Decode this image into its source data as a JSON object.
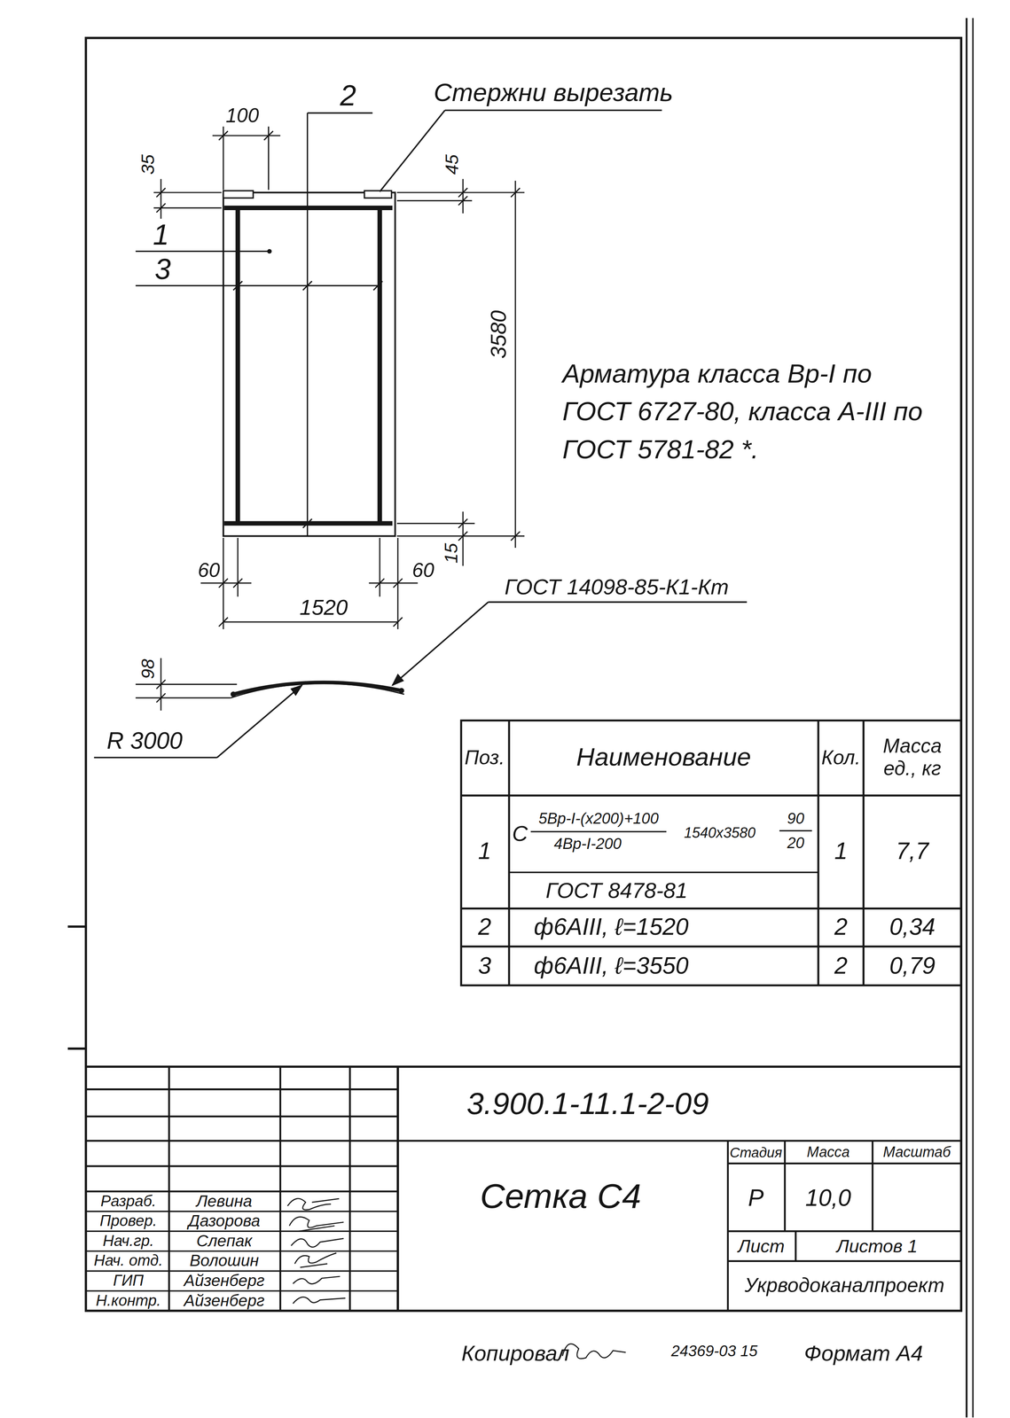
{
  "diagram": {
    "labels": [
      "100",
      "2",
      "Стержни вырезать",
      "35",
      "45",
      "1",
      "3",
      "3580",
      "Арматура класса Вр-I по ГОСТ 6727-80, класса А-III по ГОСТ 5781-82 *.",
      "60",
      "60",
      "15",
      "1520",
      "ГОСТ 14098-85-К1-Кт",
      "98",
      "R 3000",
      "Поз.",
      "Наименование",
      "Кол.",
      "Масса ед., кг",
      "1",
      "С",
      "5Вр-I-(х200)+100",
      "4Вр-I-200",
      "1540х3580",
      "90",
      "20",
      "ГОСТ 8478-81",
      "1",
      "7,7",
      "2",
      "ф6АIII, ℓ=1520",
      "2",
      "0,34",
      "3",
      "ф6АIII, ℓ=3550",
      "2",
      "0,79",
      "3.900.1-11.1-2-09",
      "Сетка С4",
      "Стадия",
      "Масса",
      "Масштаб",
      "Р",
      "10,0",
      "Лист",
      "Листов 1",
      "Укрводоканалпроект",
      "Разраб.",
      "Левина",
      "Провер.",
      "Дазорова",
      "Нач.гр.",
      "Слепак",
      "Нач. отд.",
      "Волошин",
      "ГИП",
      "Айзенберг",
      "Н.контр.",
      "Айзенберг",
      "Копировал",
      "24369-03 15",
      "Формат А4"
    ]
  }
}
